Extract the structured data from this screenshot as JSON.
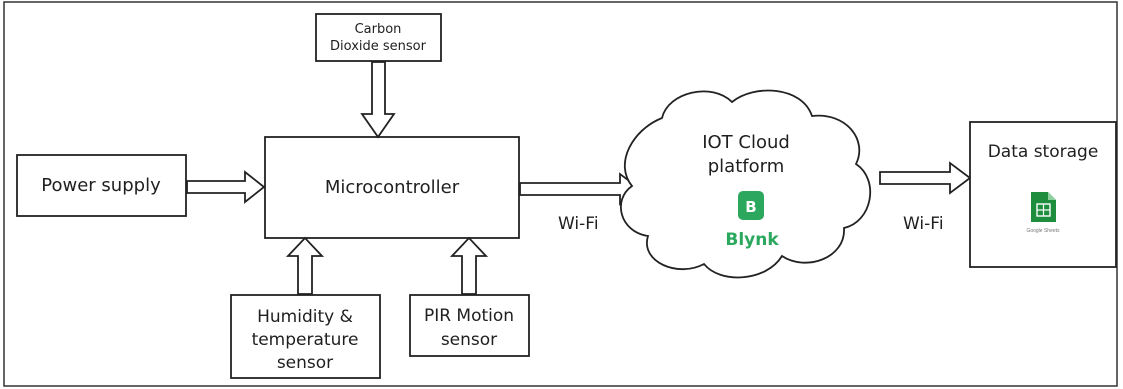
{
  "blocks": {
    "co2": {
      "line1": "Carbon",
      "line2": "Dioxide sensor"
    },
    "power": {
      "label": "Power supply"
    },
    "micro": {
      "label": "Microcontroller"
    },
    "humidity": {
      "line1": "Humidity &",
      "line2": "temperature",
      "line3": "sensor"
    },
    "pir": {
      "line1": "PIR Motion",
      "line2": "sensor"
    },
    "cloud": {
      "line1": "IOT Cloud",
      "line2": "platform",
      "blynk_letter": "B",
      "blynk_name": "Blynk",
      "blynk_color": "#2ba85e"
    },
    "storage": {
      "label": "Data storage",
      "sheets_name": "Google Sheets",
      "sheets_color": "#1e8e3e"
    }
  },
  "links": {
    "micro_to_cloud": "Wi-Fi",
    "cloud_to_storage": "Wi-Fi"
  }
}
